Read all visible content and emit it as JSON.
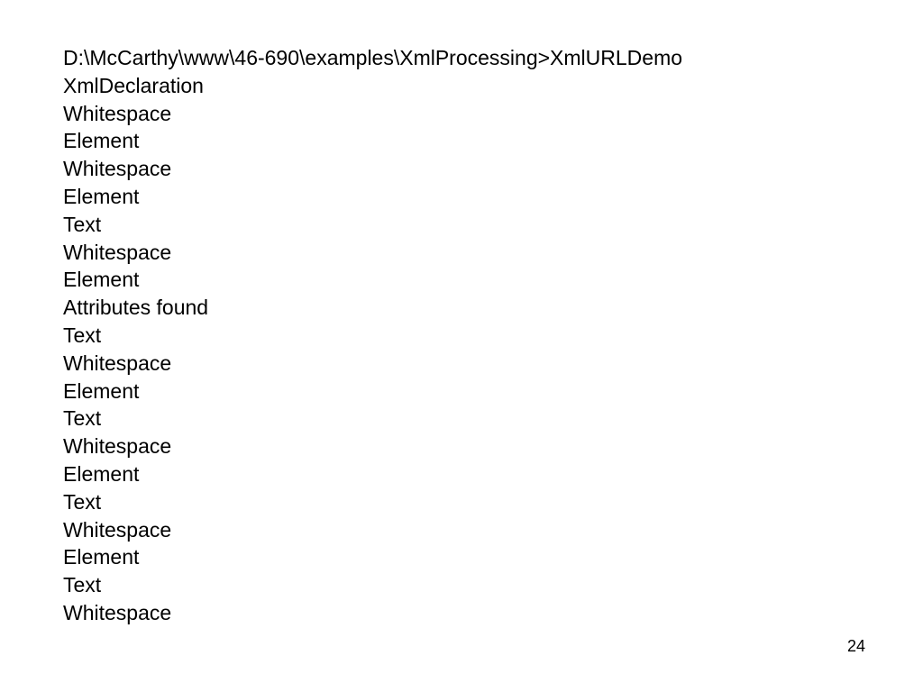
{
  "output": {
    "lines": [
      "D:\\McCarthy\\www\\46-690\\examples\\XmlProcessing>XmlURLDemo",
      "XmlDeclaration",
      "Whitespace",
      "Element",
      "Whitespace",
      "Element",
      "Text",
      "Whitespace",
      "Element",
      "Attributes found",
      "Text",
      "Whitespace",
      "Element",
      "Text",
      "Whitespace",
      "Element",
      "Text",
      "Whitespace",
      "Element",
      "Text",
      "Whitespace"
    ]
  },
  "page_number": "24"
}
